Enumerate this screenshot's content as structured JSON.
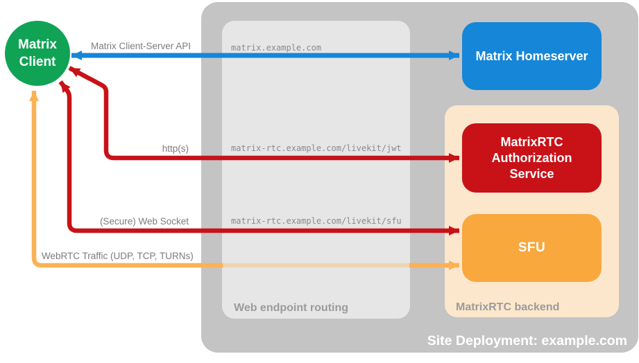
{
  "client": {
    "line1": "Matrix",
    "line2": "Client"
  },
  "homeserver": {
    "label": "Matrix Homeserver"
  },
  "auth_service": {
    "label": "MatrixRTC Authorization Service"
  },
  "sfu": {
    "label": "SFU"
  },
  "routing_panel": {
    "label": "Web endpoint routing",
    "url_homeserver": "matrix.example.com",
    "url_jwt": "matrix-rtc.example.com/livekit/jwt",
    "url_sfu": "matrix-rtc.example.com/livekit/sfu"
  },
  "backend_panel": {
    "label": "MatrixRTC backend"
  },
  "site": {
    "label": "Site Deployment: example.com"
  },
  "arrows": {
    "api": {
      "label": "Matrix Client-Server API",
      "color": "#1586d8",
      "direction": "bidirectional"
    },
    "http": {
      "label": "http(s)",
      "color": "#c81218",
      "direction": "bidirectional"
    },
    "websocket": {
      "label": "(Secure) Web Socket",
      "color": "#c81218",
      "direction": "bidirectional"
    },
    "webrtc": {
      "label": "WebRTC Traffic (UDP, TCP, TURNs)",
      "color": "#fbb155",
      "direction": "bidirectional"
    }
  },
  "colors": {
    "client_green": "#10a355",
    "homeserver_blue": "#1586d8",
    "auth_red": "#c81218",
    "sfu_orange": "#f9a83e",
    "backend_peach": "#fce7cc",
    "outer_gray": "#c4c4c4",
    "routing_gray": "#e6e6e6",
    "label_gray": "#9b9b9b",
    "arrow_label_gray": "#7c7c7c"
  }
}
